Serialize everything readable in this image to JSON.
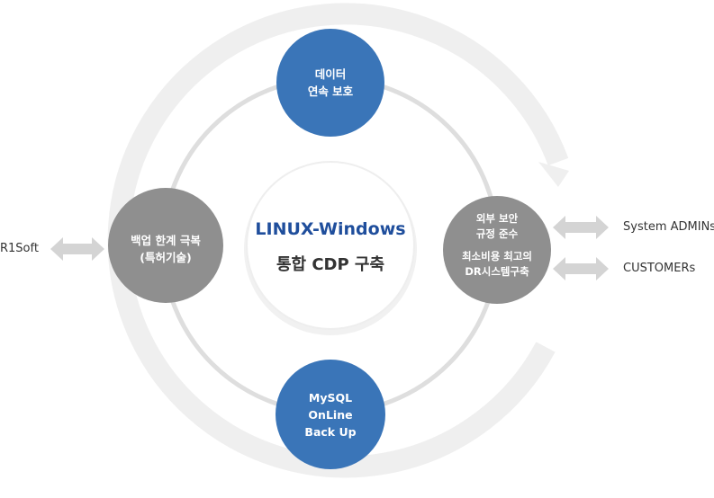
{
  "center": {
    "line1": "LINUX-Windows",
    "line2": "통합 CDP 구축"
  },
  "nodes": {
    "top": {
      "lines": [
        "데이터",
        "연속 보호"
      ]
    },
    "left": {
      "lines": [
        "백업 한계 극복",
        "(특허기술)"
      ]
    },
    "right": {
      "lines": [
        "외부 보안",
        "규정 준수",
        "최소비용 최고의",
        "DR시스템구축"
      ]
    },
    "bottom": {
      "lines": [
        "MySQL",
        "OnLine",
        "Back Up"
      ]
    }
  },
  "external": {
    "left": "R1Soft",
    "right_top": "System ADMINs",
    "right_bottom": "CUSTOMERs"
  },
  "colors": {
    "blue_node": "#3a75b8",
    "gray_node": "#8f8f8f",
    "ring": "#d9d9d9",
    "arrow": "#d4d4d4",
    "center_title": "#1f4e9c"
  }
}
